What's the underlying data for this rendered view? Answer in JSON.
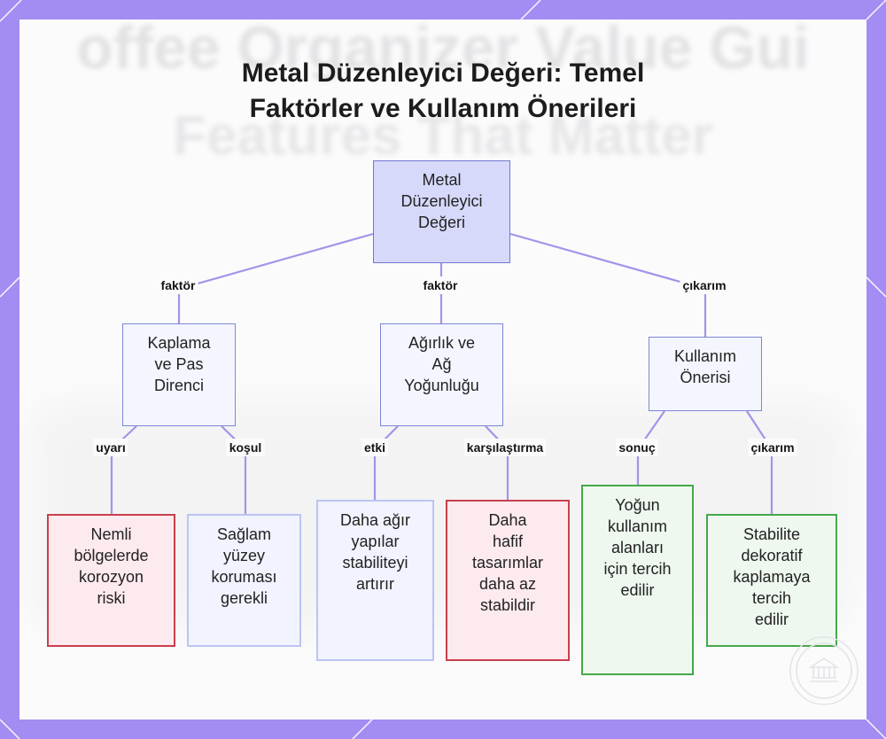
{
  "title": {
    "line1": "Metal Düzenleyici Değeri: Temel",
    "line2": "Faktörler ve Kullanım Önerileri"
  },
  "background_text": {
    "line1": "offee Organizer Value Gui",
    "line2": "Features That Matter"
  },
  "nodes": {
    "root": {
      "lines": [
        "Metal",
        "Düzenleyici",
        "Değeri"
      ]
    },
    "coating": {
      "lines": [
        "Kaplama",
        "ve Pas",
        "Direnci"
      ]
    },
    "weight": {
      "lines": [
        "Ağırlık ve",
        "Ağ",
        "Yoğunluğu"
      ]
    },
    "usage": {
      "lines": [
        "Kullanım",
        "Önerisi"
      ]
    },
    "humid": {
      "lines": [
        "Nemli",
        "bölgelerde",
        "korozyon",
        "riski"
      ]
    },
    "surface": {
      "lines": [
        "Sağlam",
        "yüzey",
        "koruması",
        "gerekli"
      ]
    },
    "heavy": {
      "lines": [
        "Daha ağır",
        "yapılar",
        "stabiliteyi",
        "artırır"
      ]
    },
    "light": {
      "lines": [
        "Daha",
        "hafif",
        "tasarımlar",
        "daha az",
        "stabildir"
      ]
    },
    "intensive": {
      "lines": [
        "Yoğun",
        "kullanım",
        "alanları",
        "için tercih",
        "edilir"
      ]
    },
    "stability": {
      "lines": [
        "Stabilite",
        "dekoratif",
        "kaplamaya",
        "tercih",
        "edilir"
      ]
    }
  },
  "edges": {
    "root_coating": "faktör",
    "root_weight": "faktör",
    "root_usage": "çıkarım",
    "coating_humid": "uyarı",
    "coating_surface": "koşul",
    "weight_heavy": "etki",
    "weight_light": "karşılaştırma",
    "usage_intensive": "sonuç",
    "usage_stability": "çıkarım"
  },
  "colors": {
    "frame": "#a38cf2",
    "edge": "#a593e8",
    "root_fill": "#d7d9fb",
    "warning_border": "#c8404c",
    "positive_border": "#46a84b",
    "neutral_border": "#bcc4f2"
  },
  "icons": {
    "seal": "seal-icon"
  }
}
